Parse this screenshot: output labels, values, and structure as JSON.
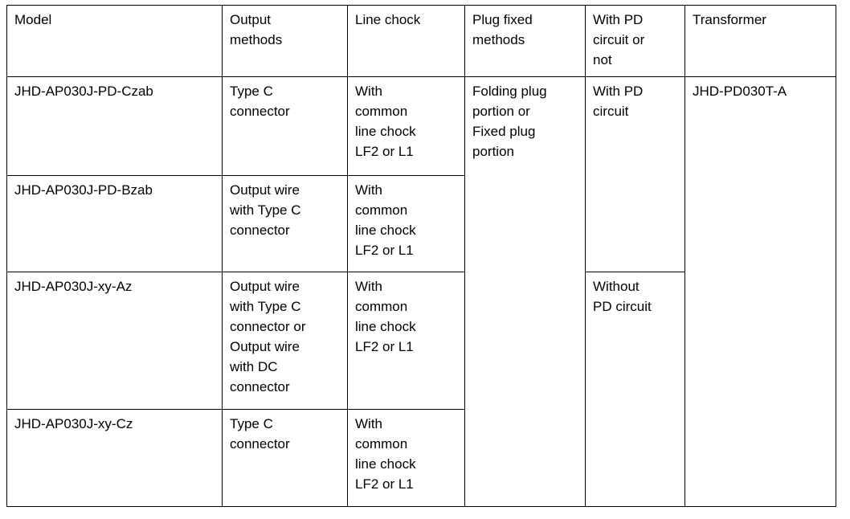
{
  "table": {
    "caption": "",
    "columns": [
      {
        "key": "model",
        "header": "Model"
      },
      {
        "key": "output_methods",
        "header": "Output\nmethods"
      },
      {
        "key": "line_chock",
        "header": "Line chock"
      },
      {
        "key": "plug_fixed_methods",
        "header": "Plug fixed\nmethods"
      },
      {
        "key": "with_pd_circuit_or_not",
        "header": "With PD\ncircuit or\nnot"
      },
      {
        "key": "transformer",
        "header": "Transformer"
      }
    ],
    "rows": [
      {
        "model": "JHD-AP030J-PD-Czab",
        "output_methods": "Type C\nconnector",
        "line_chock": "With\ncommon\nline chock\nLF2 or L1",
        "plug_fixed_methods": "Folding plug\nportion or\nFixed plug\nportion",
        "with_pd_circuit_or_not": "With PD\ncircuit",
        "transformer": "JHD-PD030T-A"
      },
      {
        "model": "JHD-AP030J-PD-Bzab",
        "output_methods": "Output wire\nwith Type C\nconnector",
        "line_chock": "With\ncommon\nline chock\nLF2 or L1",
        "plug_fixed_methods": "",
        "with_pd_circuit_or_not": "",
        "transformer": ""
      },
      {
        "model": "JHD-AP030J-xy-Az",
        "output_methods": "Output wire\nwith Type C\nconnector or\nOutput wire\nwith DC\nconnector",
        "line_chock": "With\ncommon\nline chock\nLF2 or L1",
        "plug_fixed_methods": "",
        "with_pd_circuit_or_not": "Without\nPD circuit",
        "transformer": ""
      },
      {
        "model": "JHD-AP030J-xy-Cz",
        "output_methods": "Type C\nconnector",
        "line_chock": "With\ncommon\nline chock\nLF2 or L1",
        "plug_fixed_methods": "",
        "with_pd_circuit_or_not": "",
        "transformer": ""
      }
    ],
    "merges": {
      "plug_fixed_methods_rowspan": 4,
      "with_pd_circuit_rowspan_first": 2,
      "without_pd_circuit_rowspan_second": 2,
      "transformer_rowspan": 4
    },
    "colors": {
      "border": "#000000",
      "text": "#000000",
      "background": "#ffffff"
    }
  }
}
